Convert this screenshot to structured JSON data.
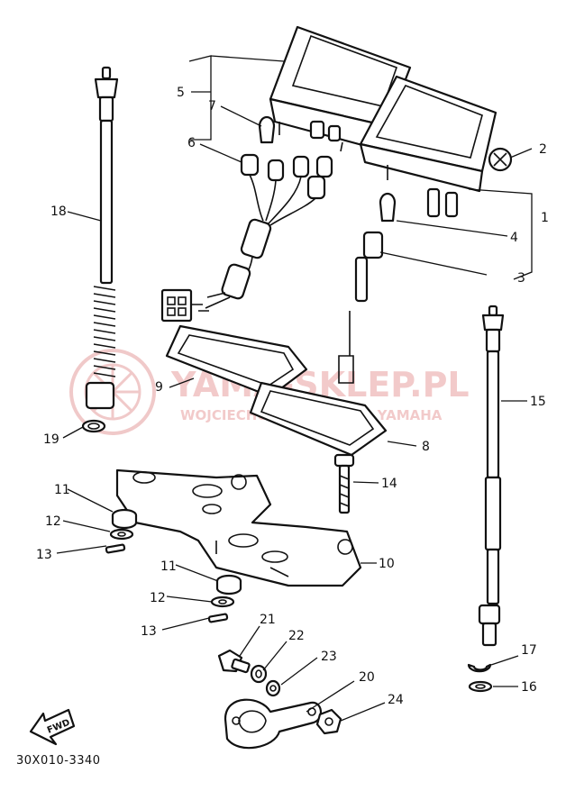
{
  "diagram": {
    "code": "30X010-3340",
    "fwd_label": "FWD",
    "watermark": {
      "main": "YAMA-SKLEP.PL",
      "sub": "WOJCIECHOWSKI DEALER YAMAHA"
    },
    "callouts": [
      "1",
      "2",
      "3",
      "4",
      "5",
      "6",
      "7",
      "8",
      "9",
      "10",
      "11",
      "12",
      "13",
      "14",
      "15",
      "16",
      "17",
      "18",
      "19",
      "20",
      "21",
      "22",
      "23",
      "24"
    ],
    "colors": {
      "line": "#111111",
      "watermark": "#e8a0a0",
      "background": "#ffffff"
    }
  }
}
